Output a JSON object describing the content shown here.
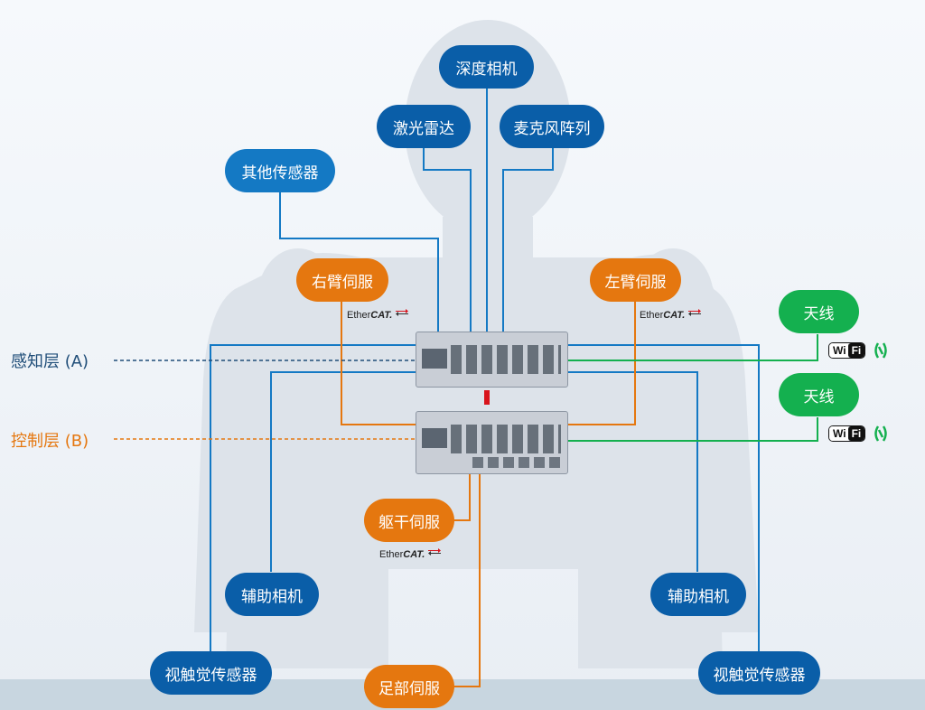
{
  "sensors": {
    "depth_camera": "深度相机",
    "lidar": "激光雷达",
    "mic_array": "麦克风阵列",
    "other_sensors": "其他传感器"
  },
  "servos": {
    "right_arm": "右臂伺服",
    "left_arm": "左臂伺服",
    "torso": "躯干伺服",
    "foot": "足部伺服"
  },
  "antennas": [
    "天线",
    "天线"
  ],
  "cameras": {
    "aux_left": "辅助相机",
    "aux_right": "辅助相机"
  },
  "tactile": {
    "left": "视触觉传感器",
    "right": "视触觉传感器"
  },
  "layers": {
    "perception": "感知层 (A)",
    "control": "控制层 (B)"
  },
  "ethercat": {
    "prefix": "Ether",
    "suffix": "CAT."
  },
  "wifi": {
    "w": "Wi",
    "f": "Fi"
  },
  "colors": {
    "blue": "#0a5ea8",
    "cyan": "#1479c4",
    "orange": "#e5770f",
    "green": "#14b04f",
    "perception_label": "#1f4d78",
    "control_label": "#e5770f"
  }
}
